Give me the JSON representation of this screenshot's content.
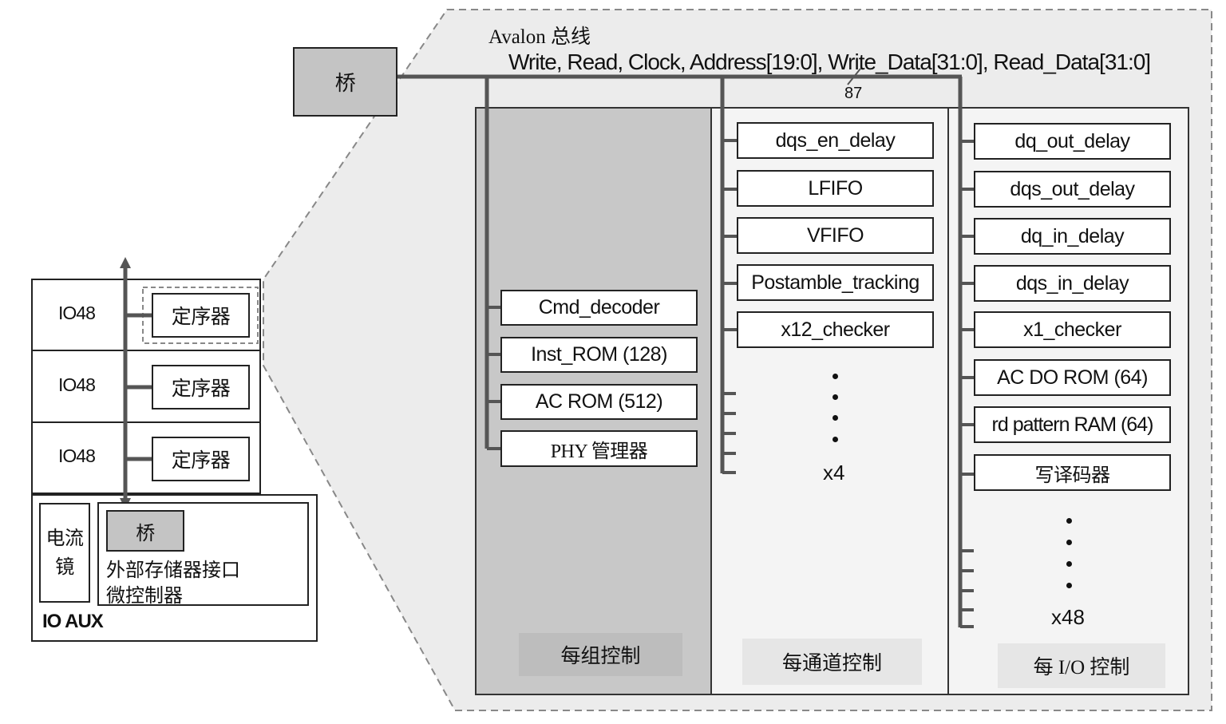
{
  "bus": {
    "title": "Avalon 总线",
    "signals": "Write, Read, Clock, Address[19:0], Write_Data[31:0], Read_Data[31:0]",
    "width": "87"
  },
  "bridge_top": "桥",
  "left_panel": {
    "rows": [
      {
        "label": "IO48",
        "sequencer": "定序器"
      },
      {
        "label": "IO48",
        "sequencer": "定序器"
      },
      {
        "label": "IO48",
        "sequencer": "定序器"
      }
    ],
    "aux": {
      "current_mirror": "电流镜",
      "bridge": "桥",
      "mcu_line1": "外部存储器接口",
      "mcu_line2": "微控制器",
      "title": "IO AUX"
    }
  },
  "group_control": {
    "blocks": [
      "Cmd_decoder",
      "Inst_ROM (128)",
      "AC ROM (512)",
      "PHY 管理器"
    ],
    "footer": "每组控制"
  },
  "channel_control": {
    "blocks": [
      "dqs_en_delay",
      "LFIFO",
      "VFIFO",
      "Postamble_tracking",
      "x12_checker"
    ],
    "multiplier": "x4",
    "footer": "每通道控制"
  },
  "io_control": {
    "blocks": [
      "dq_out_delay",
      "dqs_out_delay",
      "dq_in_delay",
      "dqs_in_delay",
      "x1_checker",
      "AC DO ROM (64)",
      "rd pattern RAM (64)",
      "写译码器"
    ],
    "multiplier": "x48",
    "footer": "每 I/O 控制"
  },
  "colors": {
    "outer_panel": "#ececec",
    "group_column": "#c8c8c8",
    "bridge_fill": "#c4c4c4",
    "bus_line": "#555555"
  }
}
